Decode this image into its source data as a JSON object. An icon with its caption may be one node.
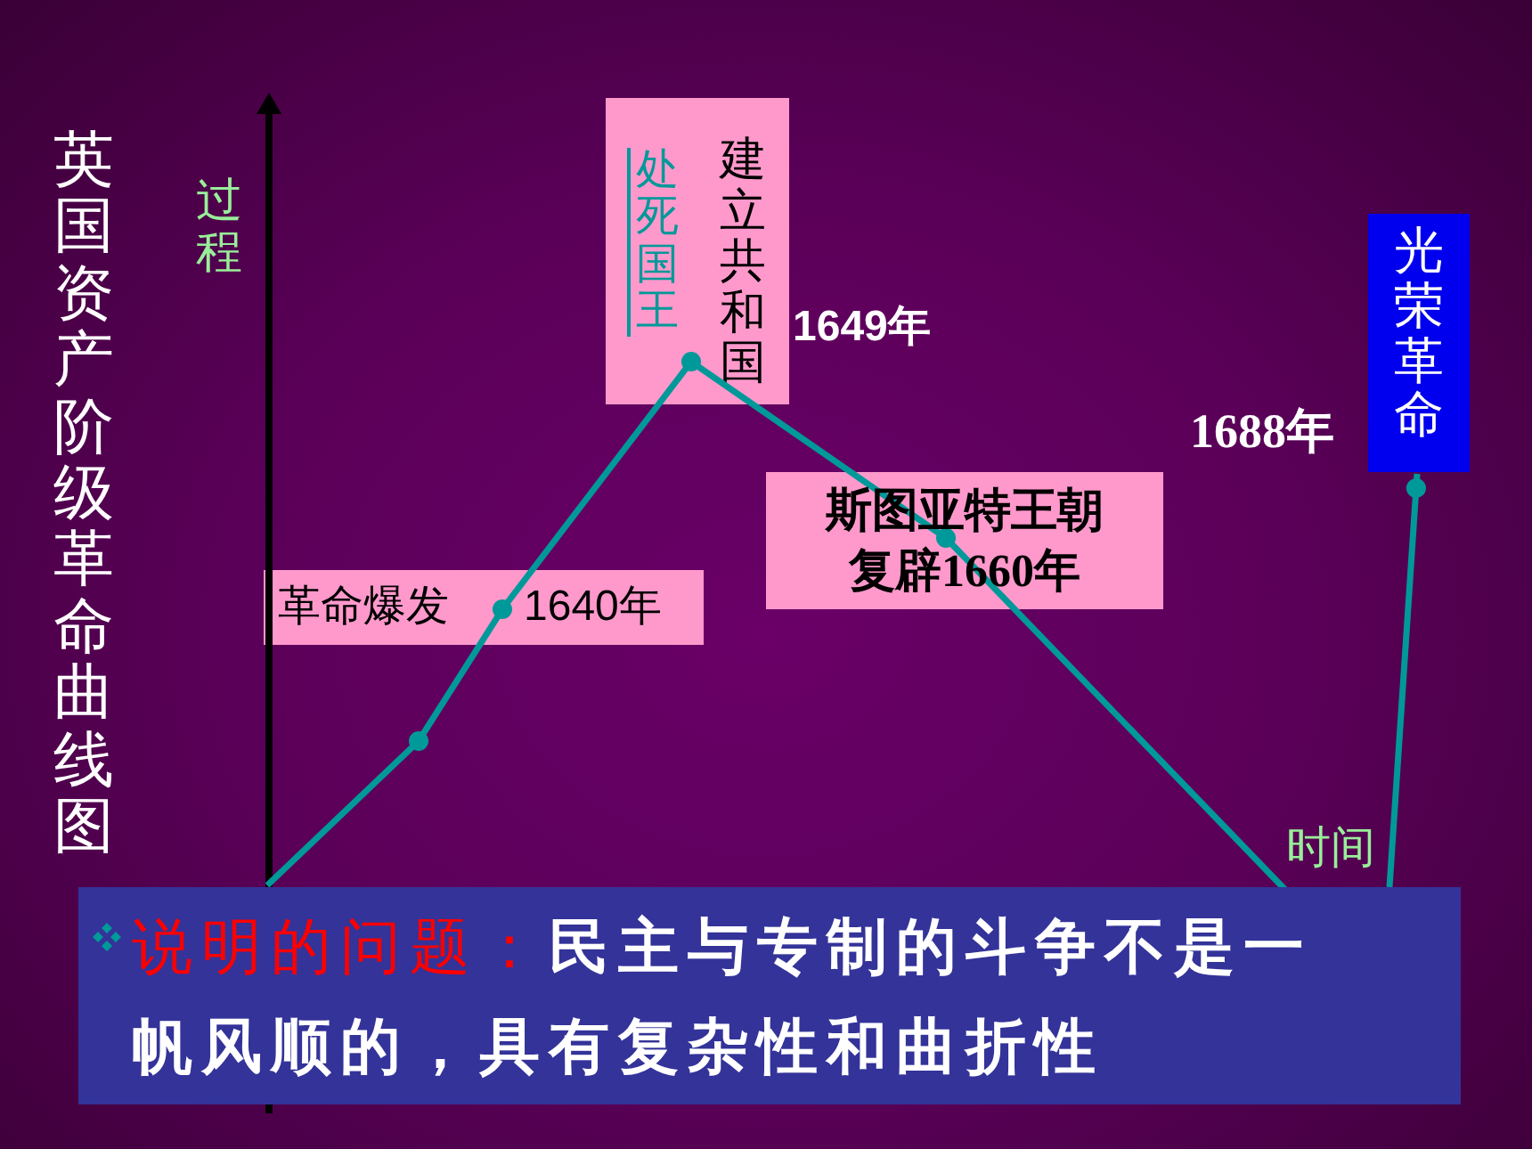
{
  "diagram": {
    "title": "英国资产阶级革命曲线图",
    "nodes": [
      {
        "text": [
          "处死国王",
          "建立共和国"
        ],
        "beside": [
          "1649年"
        ]
      },
      {
        "text": [
          "革命爆发",
          "1640年"
        ]
      },
      {
        "text": [
          "斯图亚特王朝复辟1660年"
        ]
      },
      {
        "text": [
          "光荣革命"
        ],
        "beside": [
          "1688年"
        ]
      },
      {
        "text": [
          "说明的问题：",
          "民主与专制的斗争不是一帆风顺的，具有复杂性和曲折性"
        ]
      }
    ],
    "edges": [
      {
        "from": 4,
        "to": 3,
        "arrow": "other"
      }
    ],
    "labels": [
      "过程",
      "时间"
    ]
  }
}
